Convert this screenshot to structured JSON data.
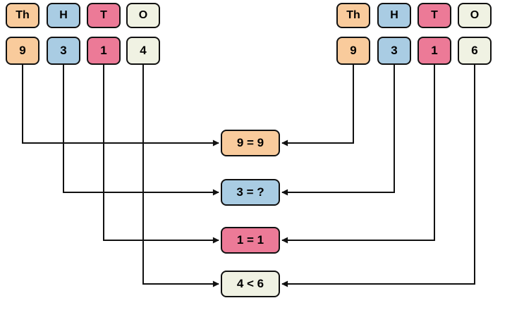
{
  "palette": {
    "thousands": "#F9CB9C",
    "hundreds": "#A9CCE3",
    "tens": "#EC7A97",
    "ones": "#F0F2E3",
    "stroke": "#111111"
  },
  "place_value_headers": [
    "Th",
    "H",
    "T",
    "O"
  ],
  "left_number": {
    "digits": [
      "9",
      "3",
      "1",
      "4"
    ]
  },
  "right_number": {
    "digits": [
      "9",
      "3",
      "1",
      "6"
    ]
  },
  "comparisons": [
    {
      "label": "9 = 9"
    },
    {
      "label": "3 = ?"
    },
    {
      "label": "1 = 1"
    },
    {
      "label": "4 < 6"
    }
  ]
}
